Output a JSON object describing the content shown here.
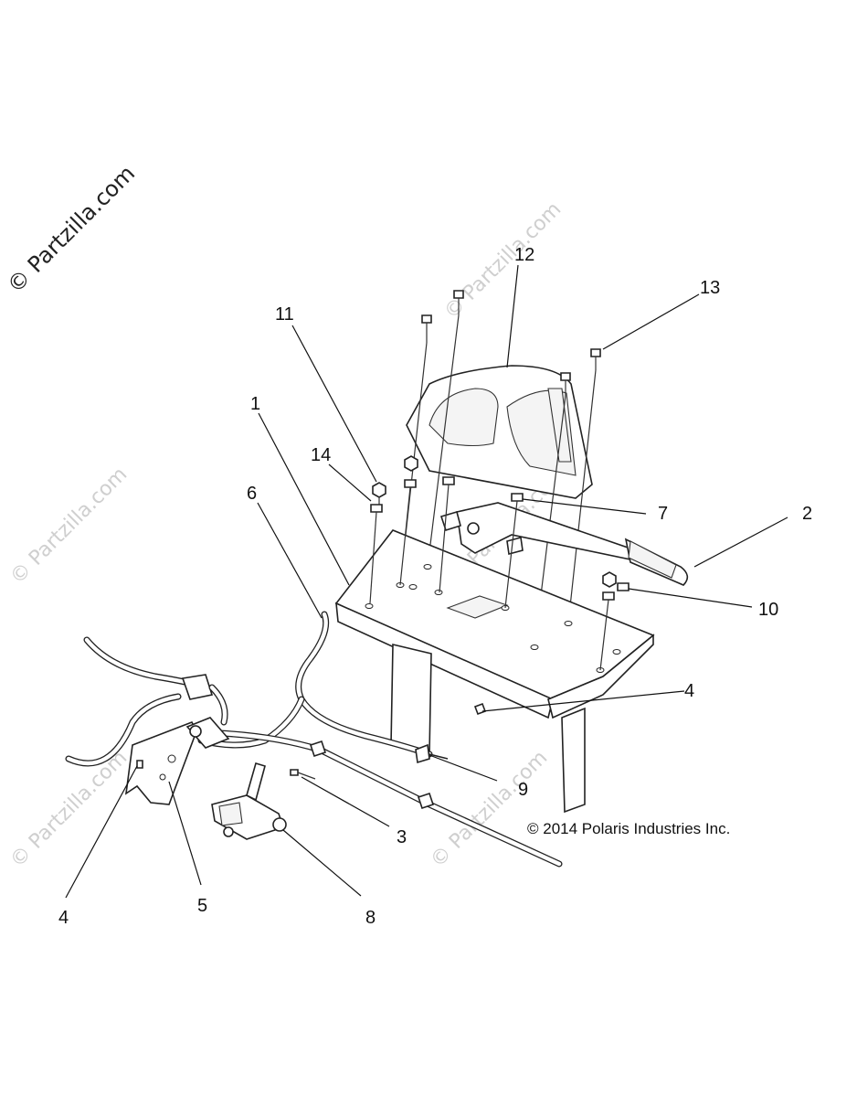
{
  "watermark": {
    "main": "© Partzilla.com",
    "repeat": "© Partzilla.com"
  },
  "copyright": "© 2014 Polaris Industries Inc.",
  "callouts": {
    "c1": "1",
    "c2": "2",
    "c3": "3",
    "c4a": "4",
    "c4b": "4",
    "c5": "5",
    "c6": "6",
    "c7": "7",
    "c8": "8",
    "c9": "9",
    "c10": "10",
    "c11": "11",
    "c12": "12",
    "c13": "13",
    "c14": "14"
  }
}
